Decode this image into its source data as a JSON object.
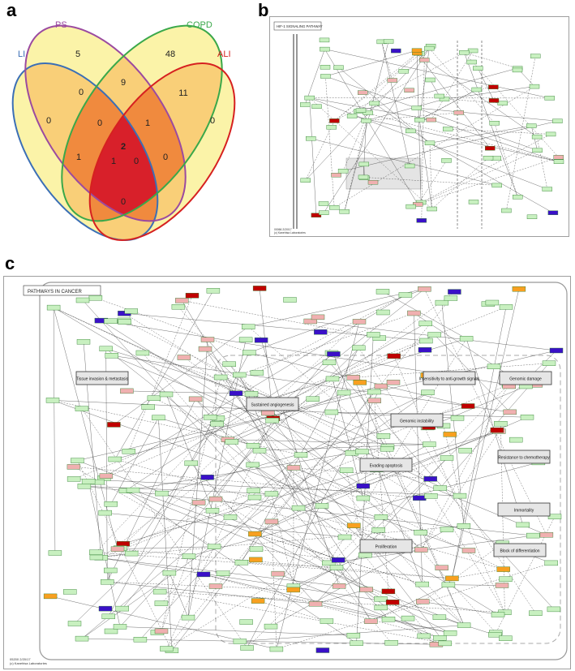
{
  "panels": {
    "a": "a",
    "b": "b",
    "c": "c"
  },
  "venn": {
    "set_labels": {
      "LI": "LI",
      "PS": "PS",
      "COPD": "COPD",
      "ALI": "ALI"
    },
    "counts": [
      {
        "id": "ps-only",
        "value": "5"
      },
      {
        "id": "copd-only",
        "value": "48"
      },
      {
        "id": "li-only",
        "value": "0"
      },
      {
        "id": "ali-only",
        "value": "0"
      },
      {
        "id": "li-ps",
        "value": "0"
      },
      {
        "id": "ps-copd",
        "value": "9"
      },
      {
        "id": "copd-ali",
        "value": "11"
      },
      {
        "id": "li-ps-copd",
        "value": "0"
      },
      {
        "id": "ps-copd-ali",
        "value": "1"
      },
      {
        "id": "li-ps-copd-ali",
        "value": "2"
      },
      {
        "id": "li-ps-ali",
        "value": "1"
      },
      {
        "id": "li-copd-ali",
        "value": "1"
      },
      {
        "id": "ps-ali",
        "value": "0"
      },
      {
        "id": "li-copd",
        "value": "0"
      },
      {
        "id": "li-ali",
        "value": "0"
      }
    ],
    "colors": {
      "LI": "#3b6fb6",
      "PS": "#9b4aa0",
      "COPD": "#3aa84a",
      "ALI": "#d62020",
      "fill_light": "#fbf3a8",
      "fill_mid": "#f9cf78",
      "fill_dark": "#f08a3e",
      "fill_core": "#d8202a"
    }
  },
  "pathway_b": {
    "title": "HIF-1 SIGNALING PATHWAY",
    "node_colors": {
      "green": "#c8f0c0",
      "pink": "#f0b0b0",
      "blue": "#3a10c8",
      "red": "#c00000",
      "orange": "#f8a020",
      "grey": "#d8d8d8"
    },
    "footer": "00066 2/20/17\n(c) Kanehisa Laboratories"
  },
  "pathway_c": {
    "title": "PATHWAYS IN CANCER",
    "outcomes": [
      "Sustained angiogenesis",
      "Evading apoptosis",
      "Proliferation",
      "Genomic instability",
      "Resistance to chemotherapy",
      "Immortality",
      "Block of differentiation",
      "Insensitivity to anti-growth signals",
      "Genomic damage",
      "Tissue invasion & metastasis"
    ],
    "footer": "05200 2/20/17\n(c) Kanehisa Laboratories"
  }
}
